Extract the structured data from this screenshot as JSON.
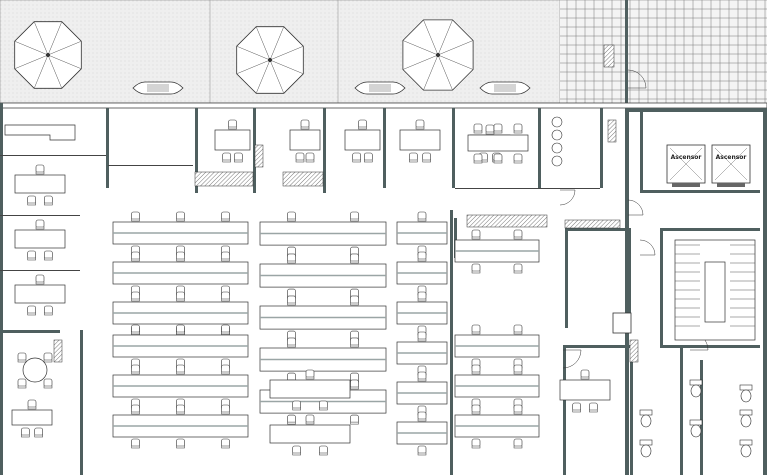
{
  "title": "Office floor plan",
  "elevators": [
    {
      "label": "Ascensor"
    },
    {
      "label": "Ascensor"
    }
  ],
  "colors": {
    "wall": "#4f5f5f",
    "terrace": "#ececec",
    "line": "#333333",
    "furniture_fill": "#ffffff",
    "partition": "#9aa5a5"
  }
}
